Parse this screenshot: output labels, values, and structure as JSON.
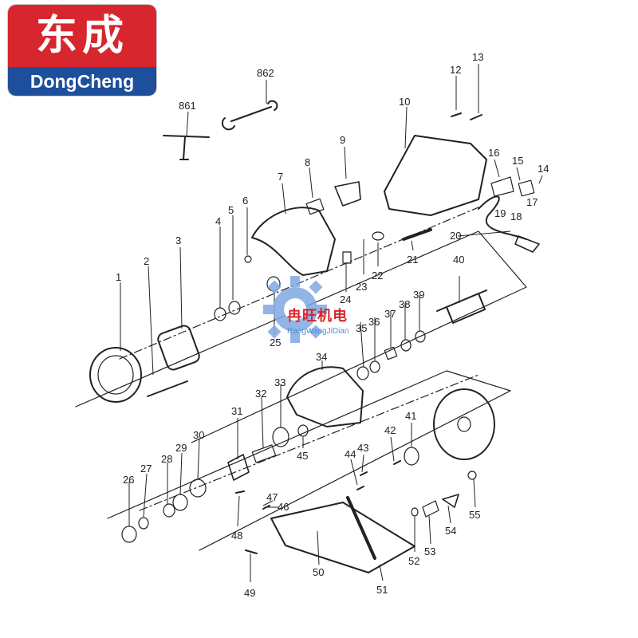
{
  "brand": {
    "name_cn": "东成",
    "name_en": "DongCheng",
    "red": "#d7262e",
    "blue": "#1d4f9c"
  },
  "watermark": {
    "name": "冉旺机电",
    "sub": "RangWangJiDian",
    "gear_color": "#7fa8e3",
    "icon": "gear-icon"
  },
  "parts": [
    "1",
    "2",
    "3",
    "4",
    "5",
    "6",
    "7",
    "8",
    "9",
    "10",
    "12",
    "13",
    "14",
    "15",
    "16",
    "17",
    "18",
    "19",
    "20",
    "21",
    "22",
    "23",
    "24",
    "25",
    "26",
    "27",
    "28",
    "29",
    "30",
    "31",
    "32",
    "33",
    "34",
    "35",
    "36",
    "37",
    "38",
    "39",
    "40",
    "41",
    "42",
    "43",
    "44",
    "45",
    "46",
    "47",
    "48",
    "49",
    "50",
    "51",
    "52",
    "53",
    "54",
    "55",
    "861",
    "862"
  ]
}
